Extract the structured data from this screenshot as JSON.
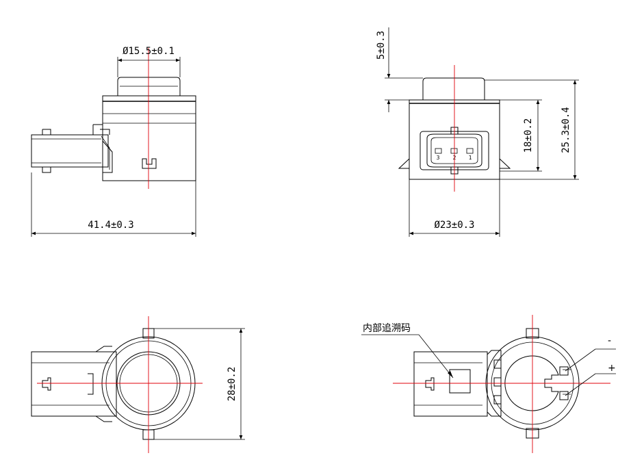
{
  "dimensions": {
    "d_top": "Ø15.5±0.1",
    "len_total": "41.4±0.3",
    "h_cap": "5±0.3",
    "h_body": "18±0.2",
    "h_total": "25.3±0.4",
    "d_body": "Ø23±0.3",
    "d_flange": "28±0.2"
  },
  "annotations": {
    "trace_code": "内部追溯码",
    "minus": "-",
    "plus": "+",
    "pin_1": "1",
    "pin_2": "2",
    "pin_3": "3"
  },
  "colors": {
    "line": "#000000",
    "centerline": "#e0000a"
  }
}
